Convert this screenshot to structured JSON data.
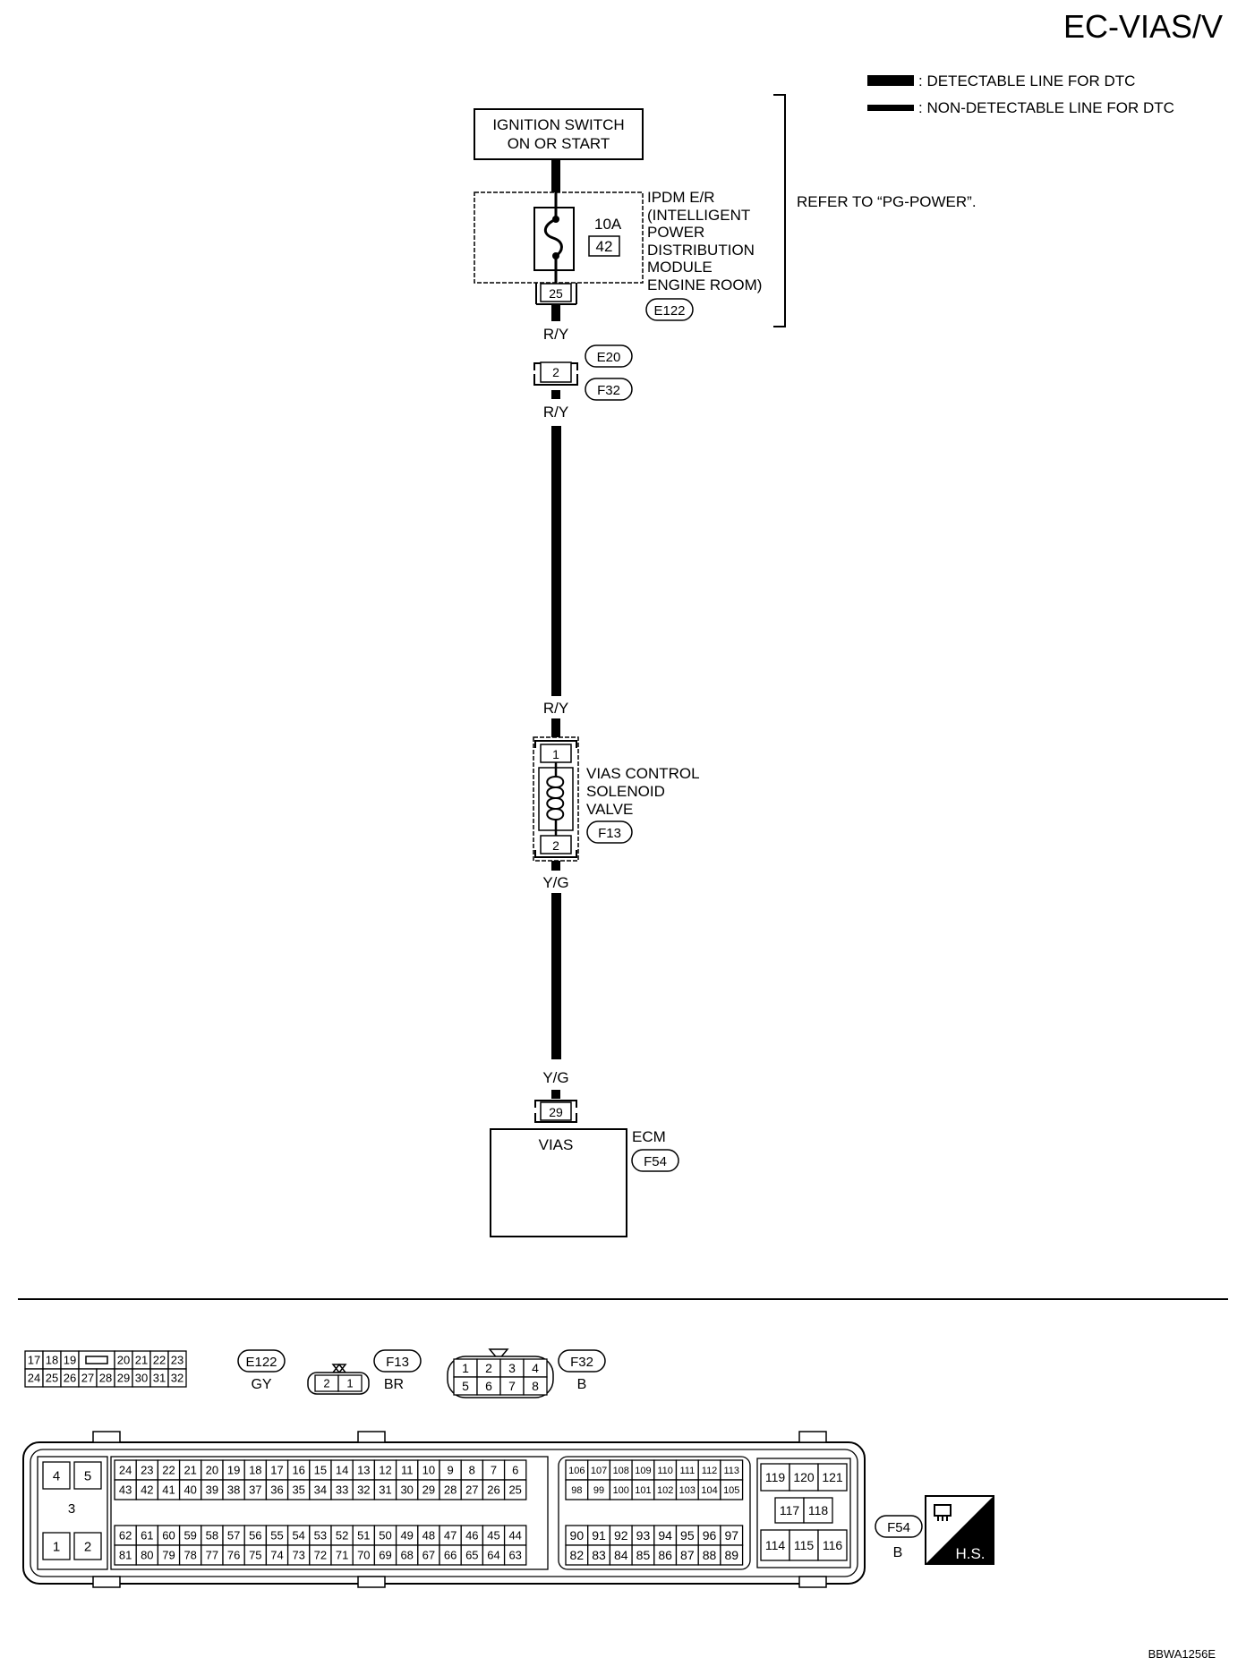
{
  "page_title": "EC-VIAS/V",
  "legend": {
    "detectable": ": DETECTABLE LINE FOR DTC",
    "non_detectable": ": NON-DETECTABLE LINE FOR DTC"
  },
  "ignition_switch": {
    "line1": "IGNITION SWITCH",
    "line2": "ON OR START"
  },
  "ipdm": {
    "fuse_rating": "10A",
    "fuse_number": "42",
    "label_lines": [
      "IPDM E/R",
      "(INTELLIGENT",
      "POWER",
      "DISTRIBUTION",
      "MODULE",
      "ENGINE ROOM)"
    ],
    "connector": "E122",
    "terminal": "25"
  },
  "refer_note": "REFER TO “PG-POWER”.",
  "wires": {
    "ry": "R/Y",
    "yg": "Y/G"
  },
  "joint": {
    "terminal": "2",
    "connector_top": "E20",
    "connector_bottom": "F32"
  },
  "solenoid": {
    "pin_top": "1",
    "pin_bottom": "2",
    "label_lines": [
      "VIAS CONTROL",
      "SOLENOID",
      "VALVE"
    ],
    "connector": "F13"
  },
  "ecm": {
    "terminal": "29",
    "terminal_name": "VIAS",
    "label": "ECM",
    "connector": "F54"
  },
  "connector_views": {
    "e122": {
      "id": "E122",
      "color": "GY",
      "top_left": [
        "17",
        "18",
        "19"
      ],
      "top_right": [
        "20",
        "21",
        "22",
        "23"
      ],
      "bottom": [
        "24",
        "25",
        "26",
        "27",
        "28",
        "29",
        "30",
        "31",
        "32"
      ]
    },
    "f13": {
      "id": "F13",
      "color": "BR",
      "pins": [
        "2",
        "1"
      ]
    },
    "f32": {
      "id": "F32",
      "color": "B",
      "top": [
        "1",
        "2",
        "3",
        "4"
      ],
      "bottom": [
        "5",
        "6",
        "7",
        "8"
      ]
    },
    "f54": {
      "id": "F54",
      "color": "B",
      "left_pins": [
        "4",
        "5",
        "3",
        "1",
        "2"
      ],
      "row1": [
        "24",
        "23",
        "22",
        "21",
        "20",
        "19",
        "18",
        "17",
        "16",
        "15",
        "14",
        "13",
        "12",
        "11",
        "10",
        "9",
        "8",
        "7",
        "6"
      ],
      "row2": [
        "43",
        "42",
        "41",
        "40",
        "39",
        "38",
        "37",
        "36",
        "35",
        "34",
        "33",
        "32",
        "31",
        "30",
        "29",
        "28",
        "27",
        "26",
        "25"
      ],
      "row3": [
        "62",
        "61",
        "60",
        "59",
        "58",
        "57",
        "56",
        "55",
        "54",
        "53",
        "52",
        "51",
        "50",
        "49",
        "48",
        "47",
        "46",
        "45",
        "44"
      ],
      "row4": [
        "81",
        "80",
        "79",
        "78",
        "77",
        "76",
        "75",
        "74",
        "73",
        "72",
        "71",
        "70",
        "69",
        "68",
        "67",
        "66",
        "65",
        "64",
        "63"
      ],
      "mid_row1": [
        "106",
        "107",
        "108",
        "109",
        "110",
        "111",
        "112",
        "113"
      ],
      "mid_row2": [
        "98",
        "99",
        "100",
        "101",
        "102",
        "103",
        "104",
        "105"
      ],
      "mid_row3": [
        "90",
        "91",
        "92",
        "93",
        "94",
        "95",
        "96",
        "97"
      ],
      "mid_row4": [
        "82",
        "83",
        "84",
        "85",
        "86",
        "87",
        "88",
        "89"
      ],
      "right_row1": [
        "119",
        "120",
        "121"
      ],
      "right_row2": [
        "117",
        "118"
      ],
      "right_row3": [
        "114",
        "115",
        "116"
      ]
    }
  },
  "hs_badge": "H.S.",
  "figure_code": "BBWA1256E"
}
